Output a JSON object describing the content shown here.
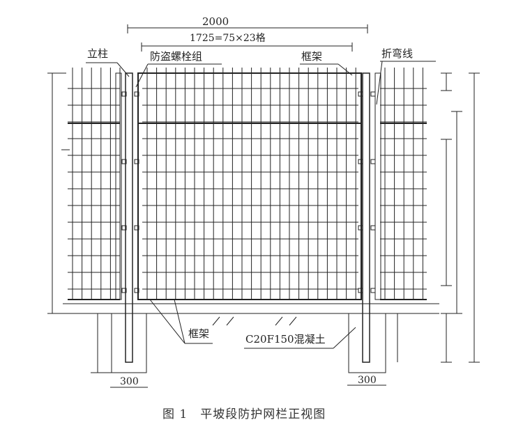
{
  "dimensions": {
    "overall_width": "2000",
    "mesh_width": "1725=75×23格",
    "footing_left": "300",
    "footing_right": "300"
  },
  "labels": {
    "post": "立柱",
    "anti_theft_bolts": "防盗螺栓组",
    "frame_top": "框架",
    "fold_line": "折弯线",
    "frame_bottom": "框架",
    "concrete": "C20F150混凝土"
  },
  "caption": "图 1　平坡段防护网栏正视图",
  "colors": {
    "line": "#222222"
  }
}
